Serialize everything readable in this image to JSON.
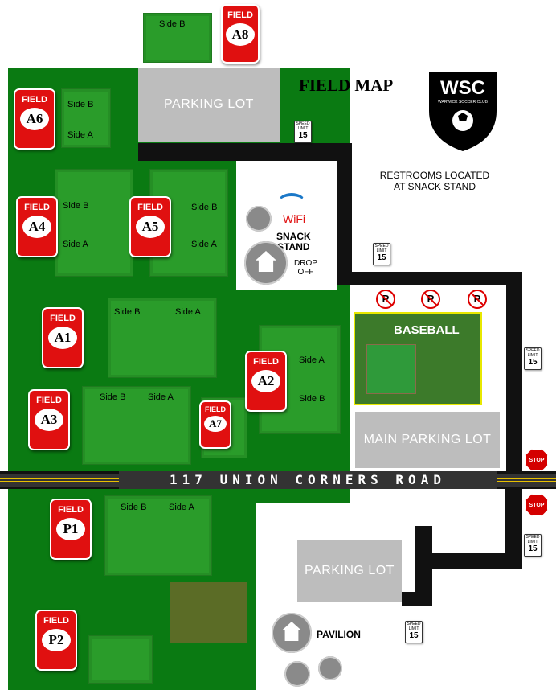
{
  "title": "FIELD MAP",
  "logo": {
    "text": "WSC",
    "subtext": "WARWICK SOCCER CLUB"
  },
  "restroom_note": [
    "RESTROOMS LOCATED",
    "AT SNACK STAND"
  ],
  "road_name": "117 UNION CORNERS ROAD",
  "field_word": "FIELD",
  "fields": {
    "A1": "A1",
    "A2": "A2",
    "A3": "A3",
    "A4": "A4",
    "A5": "A5",
    "A6": "A6",
    "A7": "A7",
    "A8": "A8",
    "P1": "P1",
    "P2": "P2"
  },
  "sides": {
    "a": "Side A",
    "b": "Side B"
  },
  "parking": {
    "top": "PARKING LOT",
    "main": "MAIN PARKING LOT",
    "bottom": "PARKING LOT"
  },
  "baseball": "BASEBALL",
  "wifi": "WiFi",
  "snack_stand": [
    "SNACK",
    "STAND"
  ],
  "drop_off": [
    "DROP",
    "OFF"
  ],
  "pavilion": "PAVILION",
  "speed_limit": {
    "label": "SPEED LIMIT",
    "value": "15"
  },
  "stop": "STOP",
  "no_parking": "P",
  "colors": {
    "grass": "#0a7a12",
    "badge": "#e01010",
    "road": "#111111"
  }
}
